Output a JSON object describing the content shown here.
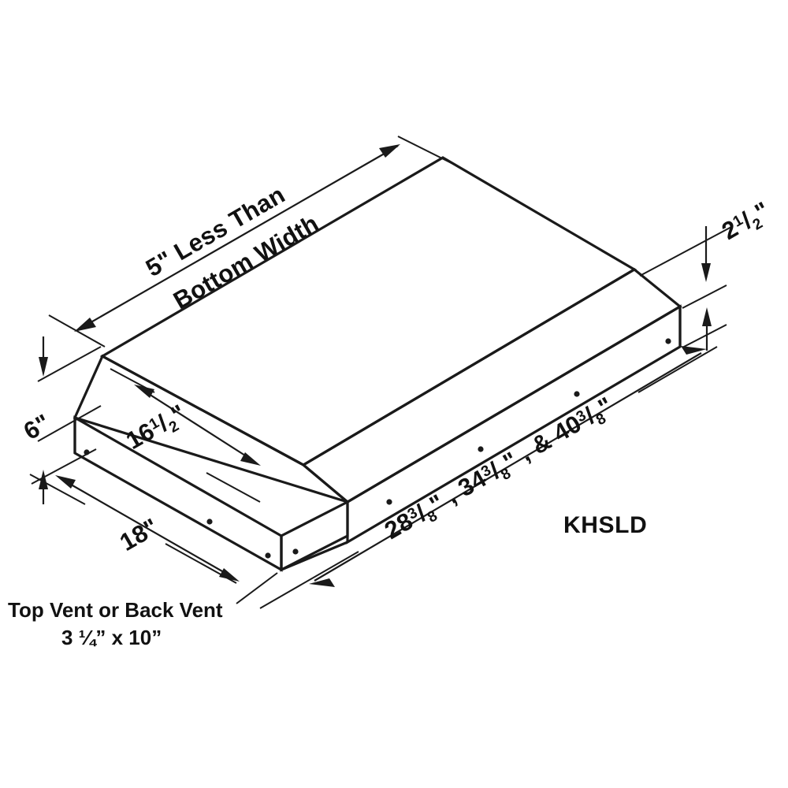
{
  "drawing": {
    "title": "KHSLD range hood isometric dimension drawing",
    "model_label": "KHSLD",
    "line_color": "#1a1a1a",
    "background_color": "#ffffff",
    "dimensions": {
      "top_width": "5\" Less Than",
      "top_width_line2": "Bottom Width",
      "right_height": "2",
      "right_height_frac_num": "1",
      "right_height_frac_den": "2",
      "right_height_unit": "\"",
      "left_height": "6\"",
      "top_depth": "16",
      "top_depth_frac_num": "1",
      "top_depth_frac_den": "2",
      "top_depth_unit": "\"",
      "bottom_depth": "18\"",
      "bottom_width_a": "28",
      "bottom_width_a_num": "3",
      "bottom_width_a_den": "8",
      "bottom_width_b": "34",
      "bottom_width_b_num": "3",
      "bottom_width_b_den": "8",
      "bottom_width_c": "40",
      "bottom_width_c_num": "3",
      "bottom_width_c_den": "8",
      "bottom_width_sep1": "\" , ",
      "bottom_width_sep2": "\" , & ",
      "bottom_width_end": "\""
    },
    "caption": {
      "line1": "Top Vent or Back Vent",
      "line2": "3 ¼” x 10”"
    }
  }
}
